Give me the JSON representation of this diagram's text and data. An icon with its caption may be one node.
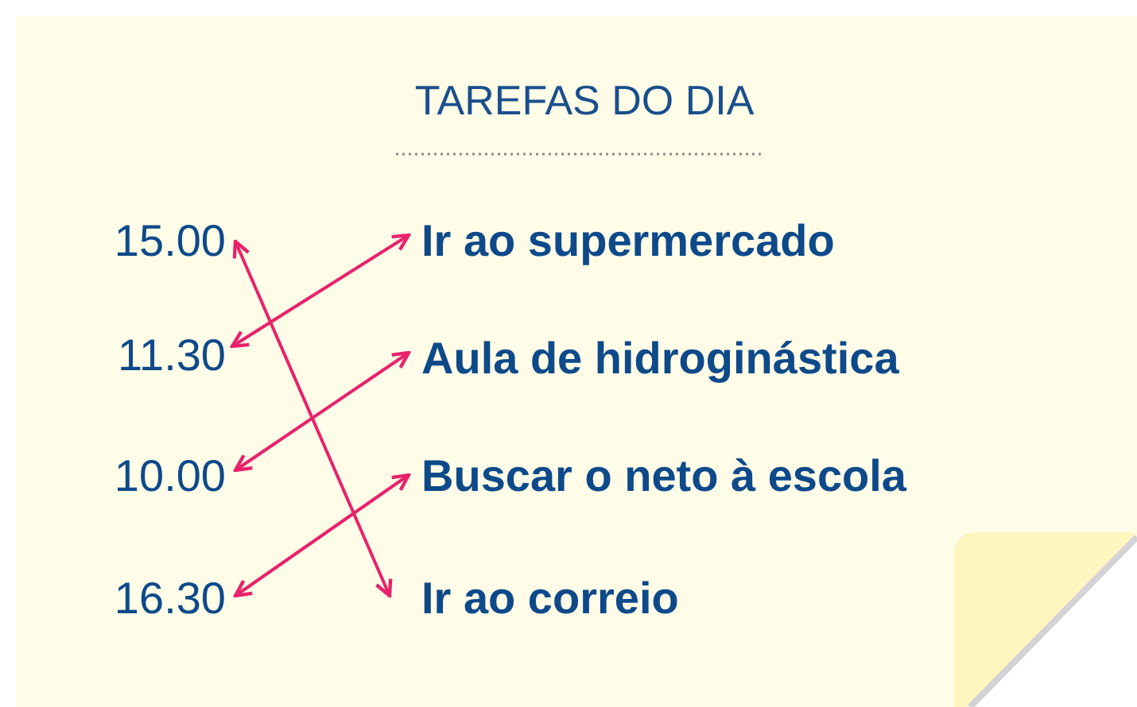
{
  "diagram": {
    "title": "TAREFAS DO DIA",
    "nodes": [
      {
        "text": [
          "15.00"
        ]
      },
      {
        "text": [
          "Ir ao supermercado"
        ]
      },
      {
        "text": [
          "11.30"
        ]
      },
      {
        "text": [
          "Aula de hidroginástica"
        ]
      },
      {
        "text": [
          "10.00"
        ]
      },
      {
        "text": [
          "Buscar o neto à escola"
        ]
      },
      {
        "text": [
          "16.30"
        ]
      },
      {
        "text": [
          "Ir ao correio"
        ]
      }
    ],
    "edges": [
      {
        "from": 0,
        "to": 7,
        "arrow": "both"
      },
      {
        "from": 2,
        "to": 1,
        "arrow": "both"
      },
      {
        "from": 4,
        "to": 3,
        "arrow": "both"
      },
      {
        "from": 6,
        "to": 5,
        "arrow": "both"
      }
    ]
  }
}
